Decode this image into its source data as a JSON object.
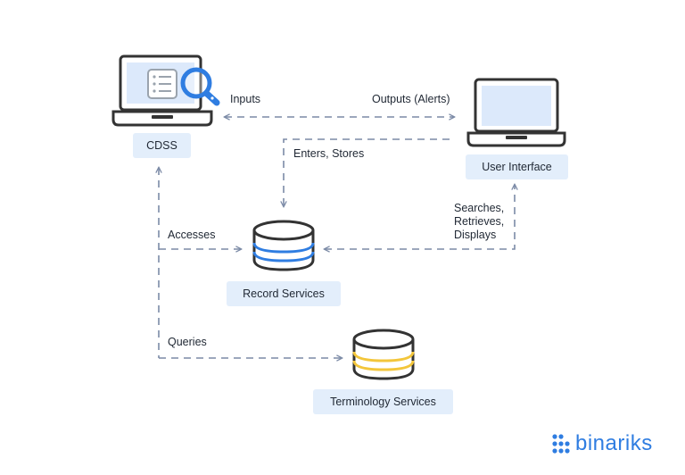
{
  "nodes": {
    "cdss": "CDSS",
    "user_interface": "User Interface",
    "record_services": "Record Services",
    "terminology_services": "Terminology Services"
  },
  "edges": {
    "inputs": "Inputs",
    "outputs": "Outputs (Alerts)",
    "enters_stores": "Enters, Stores",
    "searches": "Searches,\nRetrieves,\nDisplays",
    "accesses": "Accesses",
    "queries": "Queries"
  },
  "brand": {
    "name": "binariks"
  },
  "colors": {
    "label_bg": "#e3eefb",
    "arrow": "#7b8aa6",
    "accent_blue": "#2f7de1",
    "accent_yellow": "#f3c63b",
    "outline": "#333333"
  },
  "icons": [
    "laptop-search-icon",
    "laptop-icon",
    "database-icon",
    "database-icon",
    "binariks-logo-icon"
  ]
}
